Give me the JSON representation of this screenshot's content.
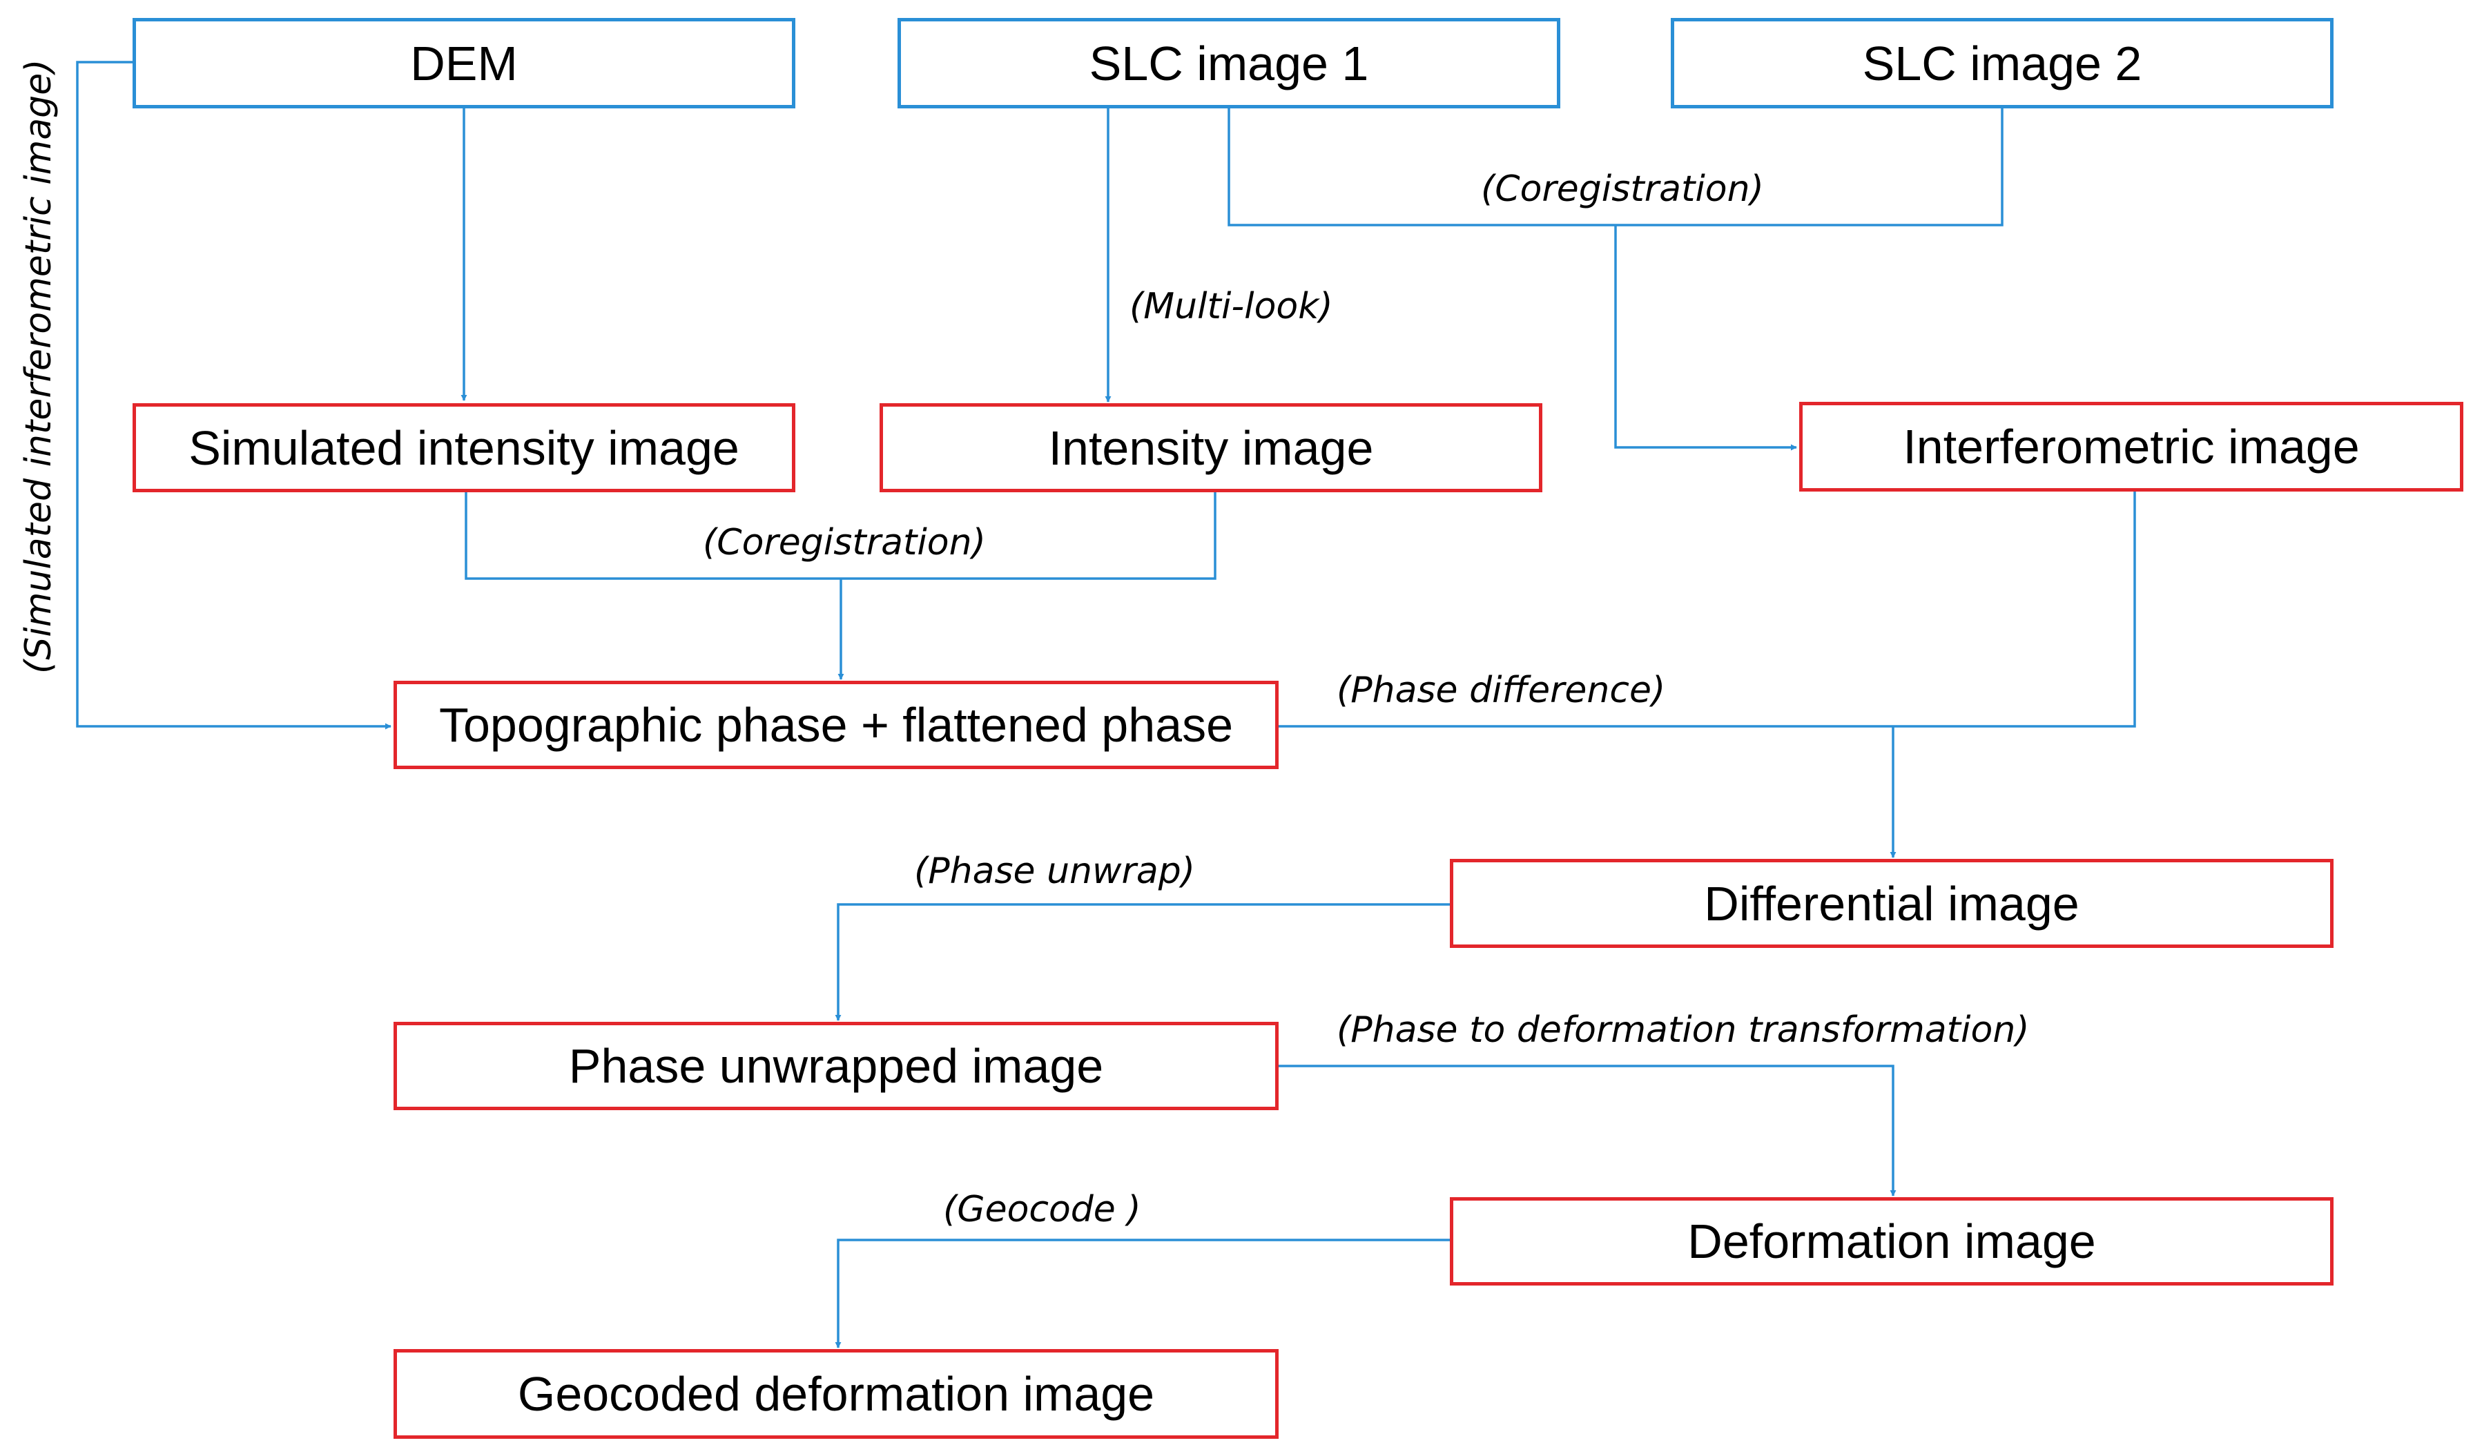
{
  "nodes": {
    "dem": "DEM",
    "slc1": "SLC image 1",
    "slc2": "SLC image 2",
    "simulated_intensity": "Simulated intensity image",
    "intensity": "Intensity image",
    "interferometric": "Interferometric image",
    "topographic": "Topographic phase + flattened phase",
    "differential": "Differential image",
    "phase_unwrapped": "Phase unwrapped image",
    "deformation": "Deformation image",
    "geocoded": "Geocoded deformation image"
  },
  "edge_labels": {
    "coregistration_top": "(Coregistration)",
    "multi_look": "(Multi-look)",
    "coregistration_mid": "(Coregistration)",
    "phase_difference": "(Phase difference)",
    "phase_unwrap": "(Phase unwrap)",
    "phase_to_deformation": "(Phase to deformation transformation)",
    "geocode": "(Geocode )",
    "simulated_interferometric": "(Simulated interferometric image)"
  },
  "colors": {
    "input_border": "#2a8fd6",
    "product_border": "#e3262b",
    "connector": "#2a8fd6"
  }
}
